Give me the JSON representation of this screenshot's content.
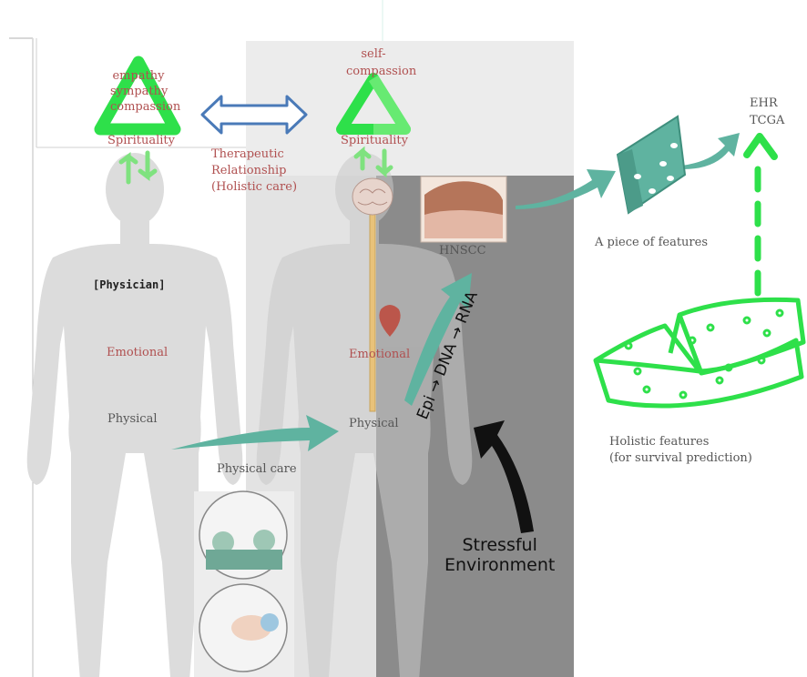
{
  "physician": {
    "triangle_labels": [
      "empathy",
      "sympathy",
      "compassion"
    ],
    "spirituality": "Spirituality",
    "name": "[Physician]",
    "emotional": "Emotional",
    "physical": "Physical"
  },
  "relationship": {
    "label_lines": [
      "Therapeutic",
      "Relationship",
      "(Holistic care)"
    ]
  },
  "patient": {
    "triangle_labels": [
      "self-",
      "compassion"
    ],
    "spirituality": "Spirituality",
    "emotional": "Emotional",
    "physical": "Physical"
  },
  "care": {
    "physical_care": "Physical care"
  },
  "tumor": {
    "label": "HNSCC"
  },
  "molecular": {
    "path": "Epi → DNA → RNA"
  },
  "environment": {
    "label_lines": [
      "Stressful",
      "Environment"
    ]
  },
  "features": {
    "piece_label": "A piece of features",
    "sources": [
      "EHR",
      "TCGA"
    ],
    "holistic_lines": [
      "Holistic features",
      "(for survival prediction)"
    ]
  },
  "colors": {
    "green_bright": "#2ee04a",
    "green_light": "#7fe27f",
    "teal": "#5fb3a0",
    "label_red": "#b05050",
    "blue_arrow": "#4a7ab8",
    "dark_panel": "#8a8a8a"
  }
}
